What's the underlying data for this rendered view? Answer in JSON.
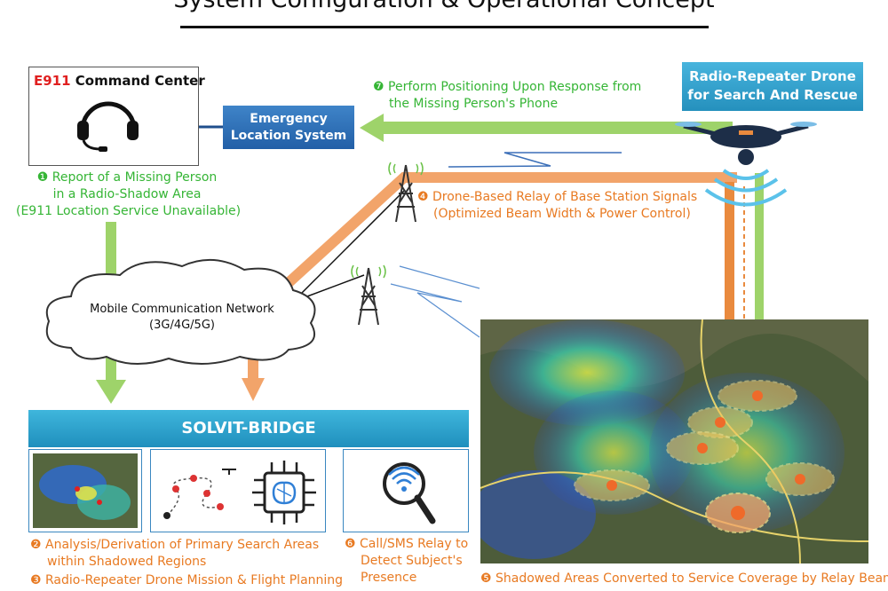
{
  "title": "System Configuration & Operational Concept",
  "command_center": {
    "prefix": "E911",
    "label": "Command Center"
  },
  "emergency_location_system": {
    "line1": "Emergency",
    "line2": "Location System"
  },
  "drone_box": {
    "line1": "Radio-Repeater Drone",
    "line2": "for Search And Rescue"
  },
  "steps": {
    "s1": {
      "marker": "❶",
      "line1": "Report of a Missing Person",
      "line2": "in a Radio-Shadow Area",
      "line3": "(E911 Location Service Unavailable)"
    },
    "s7": {
      "marker": "❼",
      "line1": "Perform Positioning Upon Response from",
      "line2": "the Missing Person's Phone"
    },
    "s4": {
      "marker": "❹",
      "line1": "Drone-Based Relay of Base Station Signals",
      "line2": "(Optimized Beam Width & Power Control)"
    },
    "s2": {
      "marker": "❷",
      "line1": "Analysis/Derivation of Primary Search Areas",
      "line2": "within Shadowed Regions"
    },
    "s3": {
      "marker": "❸",
      "line1": "Radio-Repeater Drone Mission & Flight Planning"
    },
    "s6": {
      "marker": "❻",
      "line1": "Call/SMS Relay to",
      "line2": "Detect Subject's",
      "line3": "Presence"
    },
    "s5": {
      "marker": "❺",
      "line1": "Shadowed Areas Converted to Service Coverage by Relay Beam"
    }
  },
  "cloud": {
    "line1": "Mobile Communication Network",
    "line2": "(3G/4G/5G)"
  },
  "solvit_bridge": "SOLVIT-BRIDGE",
  "colors": {
    "green": "#35b535",
    "orange": "#e87a22",
    "green_arrow": "#9ed36a",
    "orange_arrow": "#f2a46a",
    "blue_box": "#2f6fb6",
    "cyan_box": "#2ea3cf"
  },
  "icons": [
    "headset-icon",
    "cell-tower-icon",
    "drone-icon",
    "route-map-icon",
    "ai-chip-icon",
    "signal-search-icon",
    "coverage-map-icon",
    "cloud-icon"
  ]
}
